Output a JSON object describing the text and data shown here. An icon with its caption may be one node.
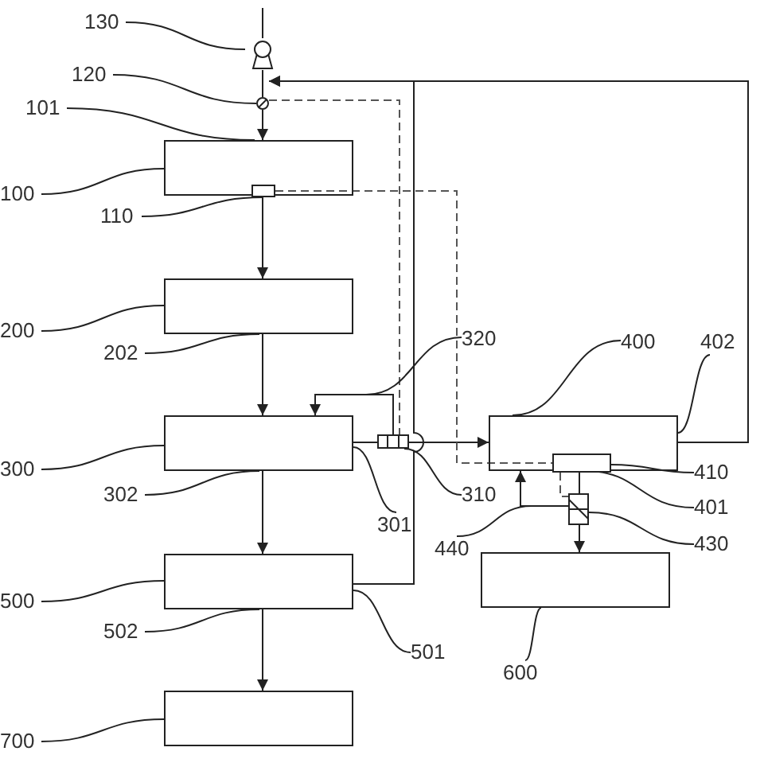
{
  "diagram": {
    "nodes": [
      {
        "text": [],
        "shape": "box"
      },
      {
        "text": [],
        "shape": "box"
      },
      {
        "text": [],
        "shape": "box"
      },
      {
        "text": [],
        "shape": "box"
      },
      {
        "text": [],
        "shape": "box"
      },
      {
        "text": [],
        "shape": "box"
      },
      {
        "text": [],
        "shape": "box"
      },
      {
        "text": [],
        "shape": "pump"
      },
      {
        "text": [],
        "shape": "valve"
      },
      {
        "text": [],
        "shape": "box",
        "in": 0
      },
      {
        "text": [],
        "shape": "box"
      },
      {
        "text": [],
        "shape": "box",
        "in": 5
      },
      {
        "text": [],
        "shape": "valve"
      },
      {
        "text": [
          "130"
        ]
      },
      {
        "text": [
          "120"
        ]
      },
      {
        "text": [
          "101"
        ]
      },
      {
        "text": [
          "100"
        ]
      },
      {
        "text": [
          "110"
        ]
      },
      {
        "text": [
          "200"
        ]
      },
      {
        "text": [
          "202"
        ]
      },
      {
        "text": [
          "320"
        ]
      },
      {
        "text": [
          "400"
        ]
      },
      {
        "text": [
          "402"
        ]
      },
      {
        "text": [
          "300"
        ]
      },
      {
        "text": [
          "302"
        ]
      },
      {
        "text": [
          "301"
        ]
      },
      {
        "text": [
          "310"
        ]
      },
      {
        "text": [
          "410"
        ]
      },
      {
        "text": [
          "401"
        ]
      },
      {
        "text": [
          "430"
        ]
      },
      {
        "text": [
          "440"
        ]
      },
      {
        "text": [
          "500"
        ]
      },
      {
        "text": [
          "502"
        ]
      },
      {
        "text": [
          "501"
        ]
      },
      {
        "text": [
          "600"
        ]
      },
      {
        "text": [
          "700"
        ]
      }
    ],
    "edges": [
      {
        "from": null,
        "to": 7,
        "arrow": "none"
      },
      {
        "from": 7,
        "to": 8,
        "arrow": "none"
      },
      {
        "from": 8,
        "to": 0,
        "arrow": "to"
      },
      {
        "from": 0,
        "to": 1,
        "arrow": "to"
      },
      {
        "from": 1,
        "to": 2,
        "arrow": "to"
      },
      {
        "from": 2,
        "to": 3,
        "arrow": "to"
      },
      {
        "from": 3,
        "to": 4,
        "arrow": "to"
      },
      {
        "from": 2,
        "to": 10,
        "arrow": "none"
      },
      {
        "from": 10,
        "to": 5,
        "arrow": "to"
      },
      {
        "from": 10,
        "to": 2,
        "arrow": "to"
      },
      {
        "from": 8,
        "to": 10,
        "arrow": "none",
        "style": "dashed"
      },
      {
        "from": 9,
        "to": 11,
        "arrow": "none",
        "style": "dashed"
      },
      {
        "from": 5,
        "to": 12,
        "arrow": "none"
      },
      {
        "from": 12,
        "to": 6,
        "arrow": "to"
      },
      {
        "from": 12,
        "to": 5,
        "arrow": "to"
      },
      {
        "from": 11,
        "to": 12,
        "arrow": "none",
        "style": "dashed"
      },
      {
        "from": 5,
        "to": 8,
        "arrow": "to"
      },
      {
        "from": 3,
        "to": 8,
        "arrow": "to"
      },
      {
        "from": 13,
        "to": 7,
        "arrow": "none"
      },
      {
        "from": 14,
        "to": 8,
        "arrow": "none"
      },
      {
        "from": 15,
        "to": 0,
        "arrow": "none"
      },
      {
        "from": 16,
        "to": 0,
        "arrow": "none"
      },
      {
        "from": 17,
        "to": 9,
        "arrow": "none"
      },
      {
        "from": 18,
        "to": 1,
        "arrow": "none"
      },
      {
        "from": 19,
        "to": 1,
        "arrow": "none"
      },
      {
        "from": 20,
        "to": null,
        "arrow": "none"
      },
      {
        "from": 21,
        "to": 5,
        "arrow": "none"
      },
      {
        "from": 22,
        "to": 5,
        "arrow": "none"
      },
      {
        "from": 23,
        "to": 2,
        "arrow": "none"
      },
      {
        "from": 24,
        "to": 2,
        "arrow": "none"
      },
      {
        "from": 25,
        "to": 2,
        "arrow": "none"
      },
      {
        "from": 26,
        "to": 10,
        "arrow": "none"
      },
      {
        "from": 27,
        "to": 11,
        "arrow": "none"
      },
      {
        "from": 28,
        "to": 5,
        "arrow": "none"
      },
      {
        "from": 29,
        "to": 12,
        "arrow": "none"
      },
      {
        "from": 30,
        "to": null,
        "arrow": "none"
      },
      {
        "from": 31,
        "to": 3,
        "arrow": "none"
      },
      {
        "from": 32,
        "to": 3,
        "arrow": "none"
      },
      {
        "from": 33,
        "to": 3,
        "arrow": "none"
      },
      {
        "from": 34,
        "to": 6,
        "arrow": "none"
      },
      {
        "from": 35,
        "to": 4,
        "arrow": "none"
      }
    ]
  }
}
